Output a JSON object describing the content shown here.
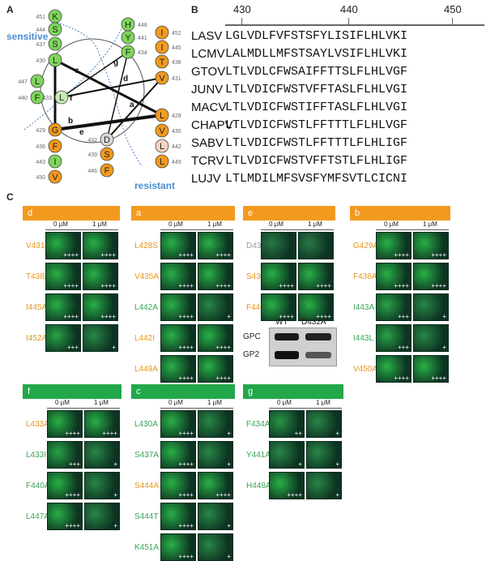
{
  "panels": {
    "a": "A",
    "b": "B",
    "c": "C"
  },
  "wheel": {
    "sensitive_label": "sensitive",
    "resistant_label": "resistant",
    "face_letters": [
      "a",
      "b",
      "c",
      "d",
      "e",
      "f",
      "g"
    ],
    "residues": [
      {
        "pos": "451",
        "aa": "K",
        "color": "#7fd65c"
      },
      {
        "pos": "444",
        "aa": "S",
        "color": "#7fd65c"
      },
      {
        "pos": "437",
        "aa": "S",
        "color": "#7fd65c"
      },
      {
        "pos": "430",
        "aa": "L",
        "color": "#7fd65c"
      },
      {
        "pos": "448",
        "aa": "H",
        "color": "#7fd65c"
      },
      {
        "pos": "441",
        "aa": "Y",
        "color": "#7fd65c"
      },
      {
        "pos": "434",
        "aa": "F",
        "color": "#7fd65c"
      },
      {
        "pos": "452",
        "aa": "I",
        "color": "#f29a1e"
      },
      {
        "pos": "445",
        "aa": "I",
        "color": "#f29a1e"
      },
      {
        "pos": "438",
        "aa": "T",
        "color": "#f29a1e"
      },
      {
        "pos": "431",
        "aa": "V",
        "color": "#f29a1e"
      },
      {
        "pos": "447",
        "aa": "L",
        "color": "#7fd65c"
      },
      {
        "pos": "440",
        "aa": "F",
        "color": "#7fd65c"
      },
      {
        "pos": "433",
        "aa": "L",
        "color": "#c6ecb5"
      },
      {
        "pos": "428",
        "aa": "L",
        "color": "#f29a1e"
      },
      {
        "pos": "435",
        "aa": "V",
        "color": "#f29a1e"
      },
      {
        "pos": "442",
        "aa": "L",
        "color": "#f5d3bf"
      },
      {
        "pos": "449",
        "aa": "L",
        "color": "#f29a1e"
      },
      {
        "pos": "429",
        "aa": "G",
        "color": "#f29a1e"
      },
      {
        "pos": "436",
        "aa": "F",
        "color": "#f29a1e"
      },
      {
        "pos": "443",
        "aa": "I",
        "color": "#7fd65c"
      },
      {
        "pos": "450",
        "aa": "V",
        "color": "#f29a1e"
      },
      {
        "pos": "432",
        "aa": "D",
        "color": "#d9d9d9"
      },
      {
        "pos": "439",
        "aa": "S",
        "color": "#f29a1e"
      },
      {
        "pos": "446",
        "aa": "F",
        "color": "#f29a1e"
      }
    ]
  },
  "alignment": {
    "ticks": [
      "430",
      "440",
      "450"
    ],
    "rows": [
      {
        "name": "LASV",
        "seq": "LGLVDLFVFSTSFYLISIFLHLVKI"
      },
      {
        "name": "LCMV",
        "seq": "LALMDLLMFSTSAYLVSIFLHLVKI"
      },
      {
        "name": "GTOV",
        "seq": "LTLVDLCFWSAIFFTTSLFLHLVGF"
      },
      {
        "name": "JUNV",
        "seq": "LTLVDICFWSTVFFTASLFLHLVGI"
      },
      {
        "name": "MACV",
        "seq": "LTLVDICFWSTIFFTASLFLHLVGI"
      },
      {
        "name": "CHAPV",
        "seq": "LTLVDICFWSTLFFTTTLFLHLVGF"
      },
      {
        "name": "SABV",
        "seq": "LTLVDICFWSTLFFTTTLFLHLIGF"
      },
      {
        "name": "TCRV",
        "seq": "LTLVDICFWSTVFFTSTLFLHLIGF"
      },
      {
        "name": "LUJV",
        "seq": "LTLMDILMFSVSFYMFSVTLCICNI"
      }
    ]
  },
  "conc": {
    "zero": "0 μM",
    "one": "1 μM"
  },
  "groups": [
    {
      "label": "d",
      "color": "#f29a1e",
      "rows": [
        {
          "mut": "V431A",
          "mc": "#e6961e",
          "r0": "++++",
          "r1": "++++"
        },
        {
          "mut": "T438A",
          "mc": "#e6961e",
          "r0": "++++",
          "r1": "++++"
        },
        {
          "mut": "I445A",
          "mc": "#e6961e",
          "r0": "++++",
          "r1": "++++"
        },
        {
          "mut": "I452A",
          "mc": "#e6961e",
          "r0": "+++",
          "r1": "+"
        }
      ]
    },
    {
      "label": "a",
      "color": "#f29a1e",
      "rows": [
        {
          "mut": "L428S",
          "mc": "#e6961e",
          "r0": "++++",
          "r1": "++++"
        },
        {
          "mut": "V435A",
          "mc": "#e6961e",
          "r0": "++++",
          "r1": "++++"
        },
        {
          "mut": "L442A",
          "mc": "#3aa657",
          "r0": "++++",
          "r1": "+"
        },
        {
          "mut": "L442I",
          "mc": "#e6961e",
          "r0": "++++",
          "r1": "++++"
        },
        {
          "mut": "L449A",
          "mc": "#e6961e",
          "r0": "++++",
          "r1": "++++"
        }
      ]
    },
    {
      "label": "e",
      "color": "#f29a1e",
      "rows": [
        {
          "mut": "D432A",
          "mc": "#999999",
          "r0": "",
          "r1": ""
        },
        {
          "mut": "S439A",
          "mc": "#e6961e",
          "r0": "++++",
          "r1": "++++"
        },
        {
          "mut": "F446L",
          "mc": "#e6961e",
          "r0": "++++",
          "r1": "++++"
        }
      ]
    },
    {
      "label": "b",
      "color": "#f29a1e",
      "rows": [
        {
          "mut": "G429A",
          "mc": "#e6961e",
          "r0": "++++",
          "r1": "++++"
        },
        {
          "mut": "F436A",
          "mc": "#e6961e",
          "r0": "++++",
          "r1": "++++"
        },
        {
          "mut": "I443A",
          "mc": "#3aa657",
          "r0": "+++",
          "r1": "+"
        },
        {
          "mut": "I443L",
          "mc": "#3aa657",
          "r0": "+++",
          "r1": "+"
        },
        {
          "mut": "V450A",
          "mc": "#e6961e",
          "r0": "++++",
          "r1": "++++"
        }
      ]
    },
    {
      "label": "f",
      "color": "#22a84a",
      "rows": [
        {
          "mut": "L433A",
          "mc": "#e6961e",
          "r0": "++++",
          "r1": "++++"
        },
        {
          "mut": "L433I",
          "mc": "#3aa657",
          "r0": "+++",
          "r1": "+"
        },
        {
          "mut": "F440A",
          "mc": "#3aa657",
          "r0": "++++",
          "r1": "+"
        },
        {
          "mut": "L447A",
          "mc": "#3aa657",
          "r0": "++++",
          "r1": "+"
        }
      ]
    },
    {
      "label": "c",
      "color": "#22a84a",
      "rows": [
        {
          "mut": "L430A",
          "mc": "#3aa657",
          "r0": "++++",
          "r1": "+"
        },
        {
          "mut": "S437A",
          "mc": "#3aa657",
          "r0": "++++",
          "r1": "+"
        },
        {
          "mut": "S444A",
          "mc": "#e6961e",
          "r0": "++++",
          "r1": "++++"
        },
        {
          "mut": "S444T",
          "mc": "#3aa657",
          "r0": "++++",
          "r1": "+"
        },
        {
          "mut": "K451A",
          "mc": "#3aa657",
          "r0": "++++",
          "r1": "+"
        }
      ]
    },
    {
      "label": "g",
      "color": "#22a84a",
      "rows": [
        {
          "mut": "F434A",
          "mc": "#3aa657",
          "r0": "++",
          "r1": "+"
        },
        {
          "mut": "Y441A",
          "mc": "#3aa657",
          "r0": "+",
          "r1": "+"
        },
        {
          "mut": "H448A",
          "mc": "#3aa657",
          "r0": "++++",
          "r1": "+"
        }
      ]
    }
  ],
  "blot": {
    "col1": "WT",
    "col2": "D432A",
    "row1": "GPC",
    "row2": "GP2"
  }
}
